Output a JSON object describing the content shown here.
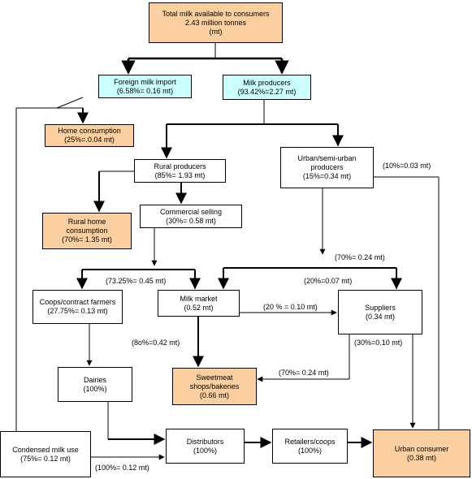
{
  "nodes": {
    "total": {
      "line1": "Total milk available to consumers",
      "line2": "2.43 million tonnes",
      "line3": "(mt)"
    },
    "foreign": {
      "line1": "Foreign milk import",
      "line2": "(6.58%= 0.16 mt)"
    },
    "producers": {
      "line1": "Milk producers",
      "line2": "(93.42%=2.27 mt)"
    },
    "home": {
      "line1": "Home consumption",
      "line2": "(25%=.0.04 mt)"
    },
    "rural": {
      "line1": "Rural producers",
      "line2": "(85%= 1.93 mt)"
    },
    "urban_prod": {
      "line1": "Urban/semi-urban",
      "line2": "producers",
      "line3": "(15%=0.34 mt)"
    },
    "rural_home": {
      "line1": "Rural home",
      "line2": "consumption",
      "line3": "(70%= 1.35 mt)"
    },
    "commercial": {
      "line1": "Commercial selling",
      "line2": "(30%= 0.58 mt)"
    },
    "coops": {
      "line1": "Coops/contract farmers",
      "line2": "(27.75%= 0.13 mt)"
    },
    "market": {
      "line1": "Milk market",
      "line2": "(0.52 mt)"
    },
    "suppliers": {
      "line1": "Suppliers",
      "line2": "(0.34 mt)"
    },
    "dairies": {
      "line1": "Dairies",
      "line2": "(100%)"
    },
    "sweetmeat": {
      "line1": "Sweetmeat",
      "line2": "shops/bakeries",
      "line3": "(0.66 mt)"
    },
    "condensed": {
      "line1": "Condensed milk use",
      "line2": "(75%= 0.12 mt)"
    },
    "distributors": {
      "line1": "Distributors",
      "line2": "(100%)"
    },
    "retailers": {
      "line1": "Retailers/coops",
      "line2": "(100%)"
    },
    "urban_cons": {
      "line1": "Urban consumer",
      "line2": "(0.38 mt)"
    }
  },
  "labels": {
    "urban_to_consumer": "(10%=0.03 mt)",
    "to_market_coops": "(73.25%= 0.45 mt)",
    "urban_split": "(70%= 0.24 mt)",
    "urban_to_market": "(20%=0.07 mt)",
    "market_to_suppliers": "(20 % = 0.10 mt)",
    "market_to_sweetmeat": "(8o%=0.42 mt)",
    "suppliers_to_consumer": "(30%=0.10 mt)",
    "suppliers_to_sweetmeat": "(70%= 0.24 mt)",
    "condensed_to_distributors": "(100%= 0.12 mt)"
  },
  "colors": {
    "highlight": "#fbcf9f",
    "import_producer": "#ccffff",
    "plain": "#ffffff",
    "line": "#000000"
  }
}
